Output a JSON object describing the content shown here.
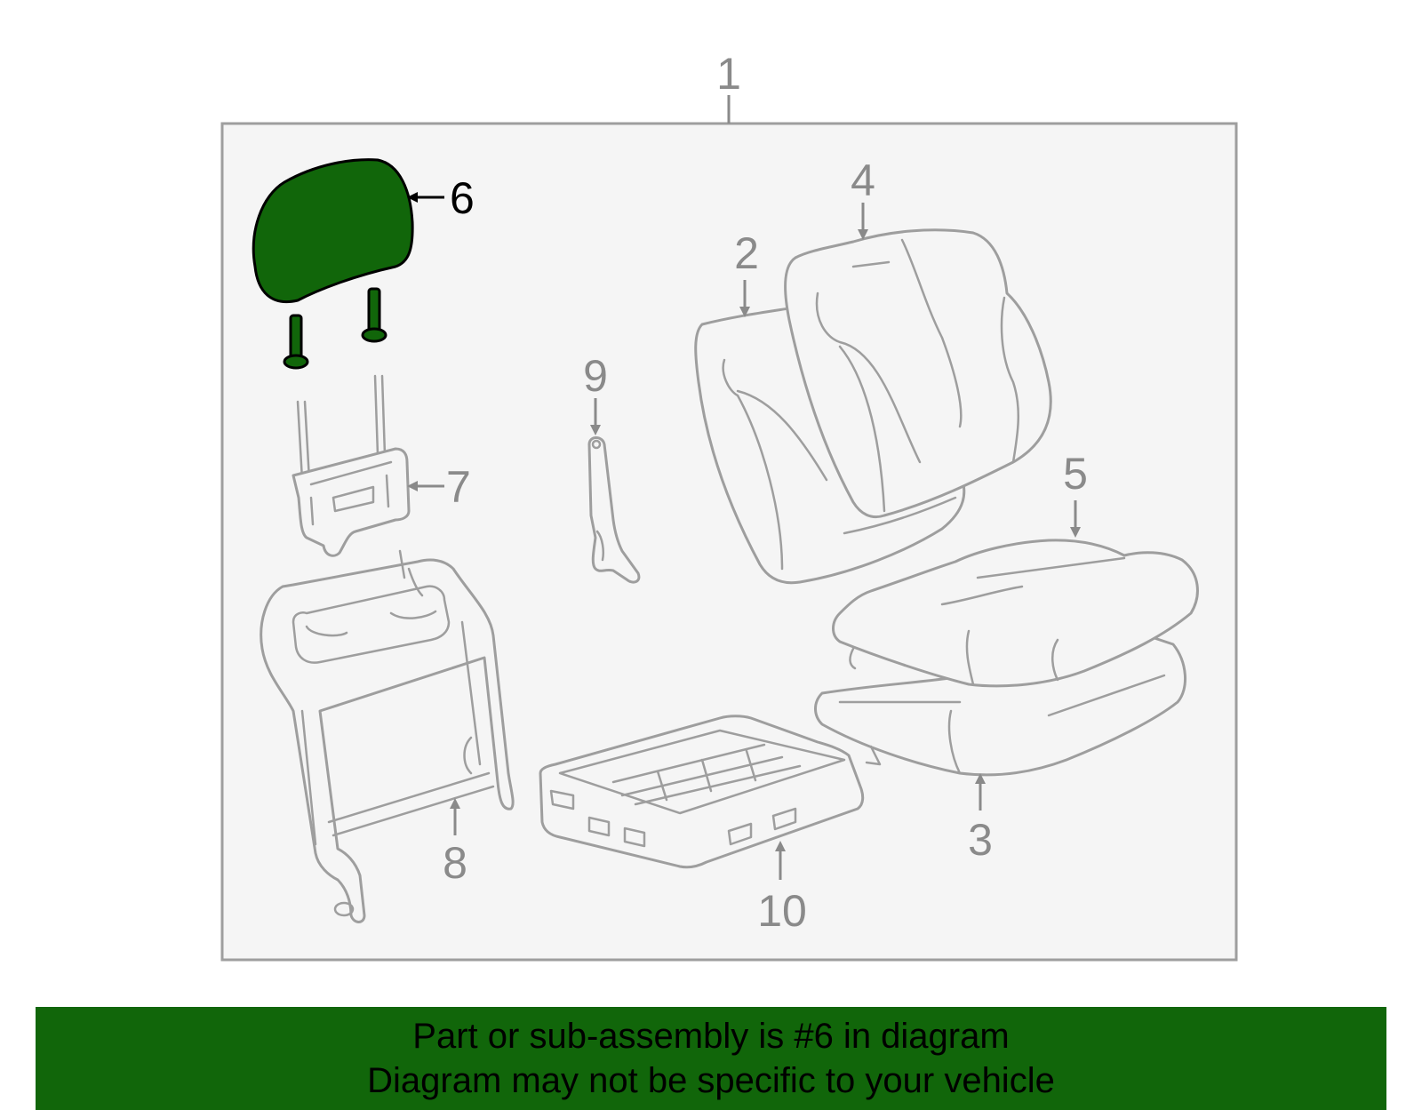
{
  "diagram": {
    "callouts": {
      "c1": "1",
      "c2": "2",
      "c3": "3",
      "c4": "4",
      "c5": "5",
      "c6": "6",
      "c7": "7",
      "c8": "8",
      "c9": "9",
      "c10": "10"
    },
    "highlighted_part": "6",
    "colors": {
      "highlight": "#11660a",
      "frame_background": "#f5f5f5",
      "line_gray": "#9e9e9e"
    }
  },
  "banner": {
    "line1": "Part or sub-assembly is #6 in diagram",
    "line2": "Diagram may not be specific to your vehicle"
  }
}
